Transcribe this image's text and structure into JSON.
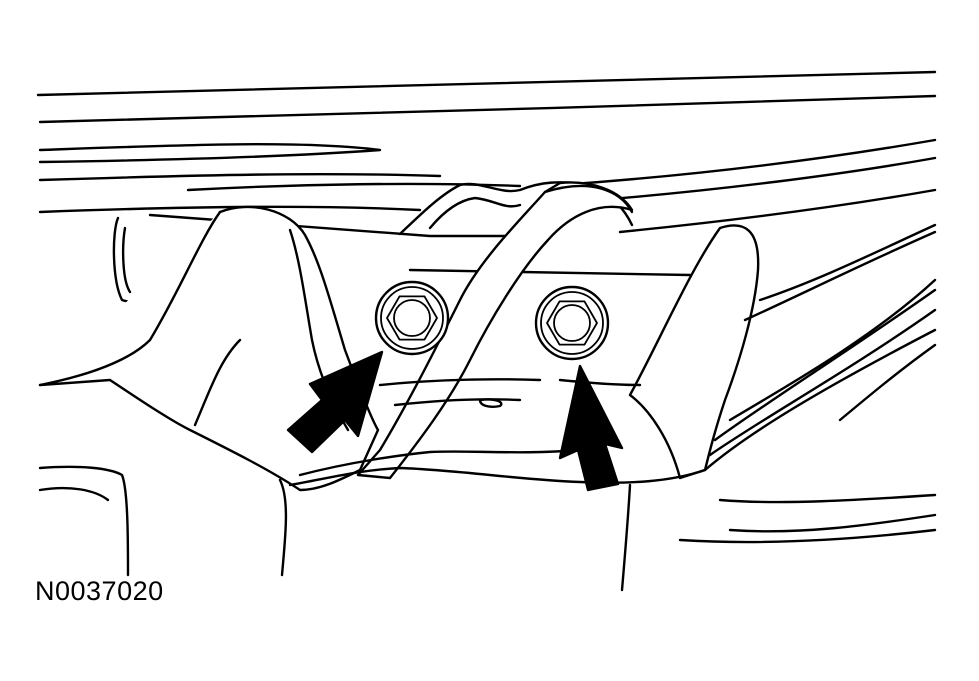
{
  "figure": {
    "reference_code": "N0037020",
    "callouts": [
      {
        "name": "left-bolt-arrow",
        "points_to": "left-bolt"
      },
      {
        "name": "right-bolt-arrow",
        "points_to": "right-bolt"
      }
    ]
  }
}
